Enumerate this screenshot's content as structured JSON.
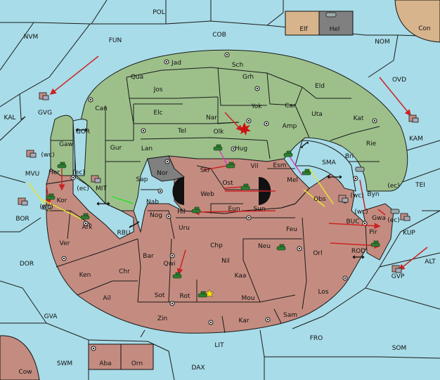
{
  "colors": {
    "water": "#a8dce8",
    "green_power": "#9dc08b",
    "red_power": "#c48c80",
    "neutral": "#d8b48c",
    "grey": "#808080",
    "unit_green": "#2e7d32",
    "order_red": "#cc2222",
    "order_yellow": "#e6e62e",
    "order_pink": "#d040c0",
    "order_green": "#33dd33"
  },
  "sea_labels": [
    {
      "id": "pol",
      "text": "POL"
    },
    {
      "id": "nvm",
      "text": "NVM"
    },
    {
      "id": "fun",
      "text": "FUN"
    },
    {
      "id": "cob",
      "text": "COB"
    },
    {
      "id": "nom",
      "text": "NOM"
    },
    {
      "id": "ovd",
      "text": "OVD"
    },
    {
      "id": "kal",
      "text": "KAL"
    },
    {
      "id": "gor",
      "text": "GOR"
    },
    {
      "id": "mvu",
      "text": "MVU"
    },
    {
      "id": "mit",
      "text": "MIT"
    },
    {
      "id": "bor",
      "text": "BOR"
    },
    {
      "id": "rbu",
      "text": "RBU"
    },
    {
      "id": "sma",
      "text": "SMA"
    },
    {
      "id": "kam",
      "text": "KAM"
    },
    {
      "id": "tei",
      "text": "TEI"
    },
    {
      "id": "buc",
      "text": "BUC"
    },
    {
      "id": "kup",
      "text": "KUP"
    },
    {
      "id": "rod",
      "text": "ROD"
    },
    {
      "id": "alt",
      "text": "ALT"
    },
    {
      "id": "gvp",
      "text": "GVP"
    },
    {
      "id": "dor",
      "text": "DOR"
    },
    {
      "id": "gva",
      "text": "GVA"
    },
    {
      "id": "fro",
      "text": "FRO"
    },
    {
      "id": "som",
      "text": "SOM"
    },
    {
      "id": "lit",
      "text": "LIT"
    },
    {
      "id": "swm",
      "text": "SWM"
    },
    {
      "id": "dax",
      "text": "DAX"
    },
    {
      "id": "gvg",
      "text": "GVG"
    }
  ],
  "land_labels": [
    {
      "id": "jad",
      "text": "Jad"
    },
    {
      "id": "sch",
      "text": "Sch"
    },
    {
      "id": "qua",
      "text": "Qua"
    },
    {
      "id": "jos",
      "text": "Jos"
    },
    {
      "id": "grh",
      "text": "Grh"
    },
    {
      "id": "eld",
      "text": "Eld"
    },
    {
      "id": "can",
      "text": "Can"
    },
    {
      "id": "yok",
      "text": "Yok"
    },
    {
      "id": "car",
      "text": "Car"
    },
    {
      "id": "elc",
      "text": "Elc"
    },
    {
      "id": "nar",
      "text": "Nar"
    },
    {
      "id": "uta",
      "text": "Uta"
    },
    {
      "id": "kat",
      "text": "Kat"
    },
    {
      "id": "tel",
      "text": "Tel"
    },
    {
      "id": "olk",
      "text": "Olk"
    },
    {
      "id": "amp",
      "text": "Amp"
    },
    {
      "id": "gaw",
      "text": "Gaw"
    },
    {
      "id": "gur",
      "text": "Gur"
    },
    {
      "id": "hug",
      "text": "Hug"
    },
    {
      "id": "rie",
      "text": "Rie"
    },
    {
      "id": "lan",
      "text": "Lan"
    },
    {
      "id": "bri",
      "text": "Bri"
    },
    {
      "id": "esm",
      "text": "Esm"
    },
    {
      "id": "vil",
      "text": "Vil"
    },
    {
      "id": "skr",
      "text": "Skr"
    },
    {
      "id": "nor",
      "text": "Nor"
    },
    {
      "id": "her",
      "text": "Her"
    },
    {
      "id": "sap",
      "text": "Sap"
    },
    {
      "id": "ost",
      "text": "Ost"
    },
    {
      "id": "mel",
      "text": "Mel"
    },
    {
      "id": "web",
      "text": "Web"
    },
    {
      "id": "byn",
      "text": "Byn"
    },
    {
      "id": "kor",
      "text": "Kor"
    },
    {
      "id": "nab",
      "text": "Nab"
    },
    {
      "id": "obs",
      "text": "Obs"
    },
    {
      "id": "eun",
      "text": "Eun"
    },
    {
      "id": "sun",
      "text": "Sun"
    },
    {
      "id": "hil",
      "text": "Hil"
    },
    {
      "id": "nog",
      "text": "Nog"
    },
    {
      "id": "gwa",
      "text": "Gwa"
    },
    {
      "id": "ark",
      "text": "Ark"
    },
    {
      "id": "uru",
      "text": "Uru"
    },
    {
      "id": "feu",
      "text": "Feu"
    },
    {
      "id": "pir",
      "text": "Pir"
    },
    {
      "id": "ver",
      "text": "Ver"
    },
    {
      "id": "chp",
      "text": "Chp"
    },
    {
      "id": "neu",
      "text": "Neu"
    },
    {
      "id": "bar",
      "text": "Bar"
    },
    {
      "id": "orl",
      "text": "Orl"
    },
    {
      "id": "qwi",
      "text": "Qwi"
    },
    {
      "id": "nil",
      "text": "Nil"
    },
    {
      "id": "ken",
      "text": "Ken"
    },
    {
      "id": "chr",
      "text": "Chr"
    },
    {
      "id": "kaa",
      "text": "Kaa"
    },
    {
      "id": "ail",
      "text": "Ail"
    },
    {
      "id": "sot",
      "text": "Sot"
    },
    {
      "id": "rot",
      "text": "Rot"
    },
    {
      "id": "mou",
      "text": "Mou"
    },
    {
      "id": "los",
      "text": "Los"
    },
    {
      "id": "zin",
      "text": "Zin"
    },
    {
      "id": "sam",
      "text": "Sam"
    },
    {
      "id": "kar",
      "text": "Kar"
    },
    {
      "id": "elf",
      "text": "Elf"
    },
    {
      "id": "hel",
      "text": "Hel"
    },
    {
      "id": "con",
      "text": "Con"
    },
    {
      "id": "aba",
      "text": "Aba"
    },
    {
      "id": "orn",
      "text": "Orn"
    },
    {
      "id": "cow",
      "text": "Cow"
    }
  ],
  "coast_tags": [
    {
      "id": "her-wc",
      "text": "(wc)"
    },
    {
      "id": "her-ec",
      "text": "(ec)"
    },
    {
      "id": "kor-ec",
      "text": "(ec)"
    },
    {
      "id": "kor-wc",
      "text": "(wc)"
    },
    {
      "id": "byn-wc",
      "text": "(wc)"
    },
    {
      "id": "byn-ec",
      "text": "(ec)"
    },
    {
      "id": "gwa-wc",
      "text": "(wc)"
    },
    {
      "id": "gwa-ec",
      "text": "(ec)"
    }
  ]
}
